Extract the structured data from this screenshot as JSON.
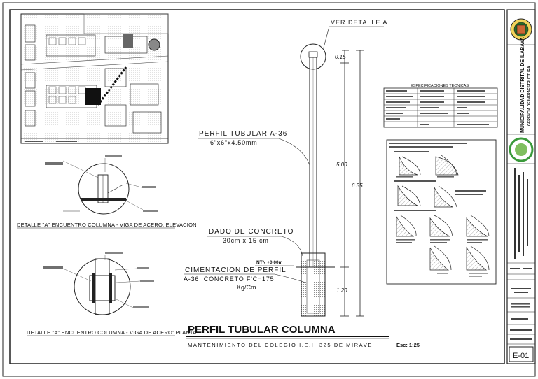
{
  "detail_callout": "VER DETALLE A",
  "profile_label_1": "PERFIL TUBULAR A-36",
  "profile_label_2": "6\"x6\"x4.50mm",
  "concrete_die_1": "DADO DE CONCRETO",
  "concrete_die_2": "30cm x 15 cm",
  "foundation_1": "CIMENTACION DE PERFIL",
  "foundation_2": "A-36, CONCRETO F'C=175",
  "foundation_3": "Kg/Cm",
  "ntn_label": "NTN +0.00m",
  "dims": {
    "top": "0.15",
    "mid": "5.00",
    "total": "6.35",
    "bottom": "1.20"
  },
  "detail_elevation_caption": "DETALLE \"A\" ENCUENTRO COLUMNA - VIGA DE ACERO: ELEVACION",
  "detail_plan_caption": "DETALLE \"A\" ENCUENTRO COLUMNA - VIGA DE ACERO: PLANTA",
  "main_title": "PERFIL TUBULAR COLUMNA",
  "subtitle": "MANTENIMIENTO DEL COLEGIO I.E.I. 325 DE MIRAVE",
  "scale": "Esc: 1:25",
  "specs_title": "ESPECIFICACIONES TECNICAS",
  "sidebar": {
    "municipality_1": "MUNICIPALIDAD DISTRITAL DE ILABAYA",
    "municipality_2": "GERENCIA DE INFRAESTRUCTURA",
    "sheet_code": "E-01"
  },
  "colors": {
    "ink": "#111111",
    "hatch": "#555555",
    "sidebar_bg": "#ffffff"
  }
}
